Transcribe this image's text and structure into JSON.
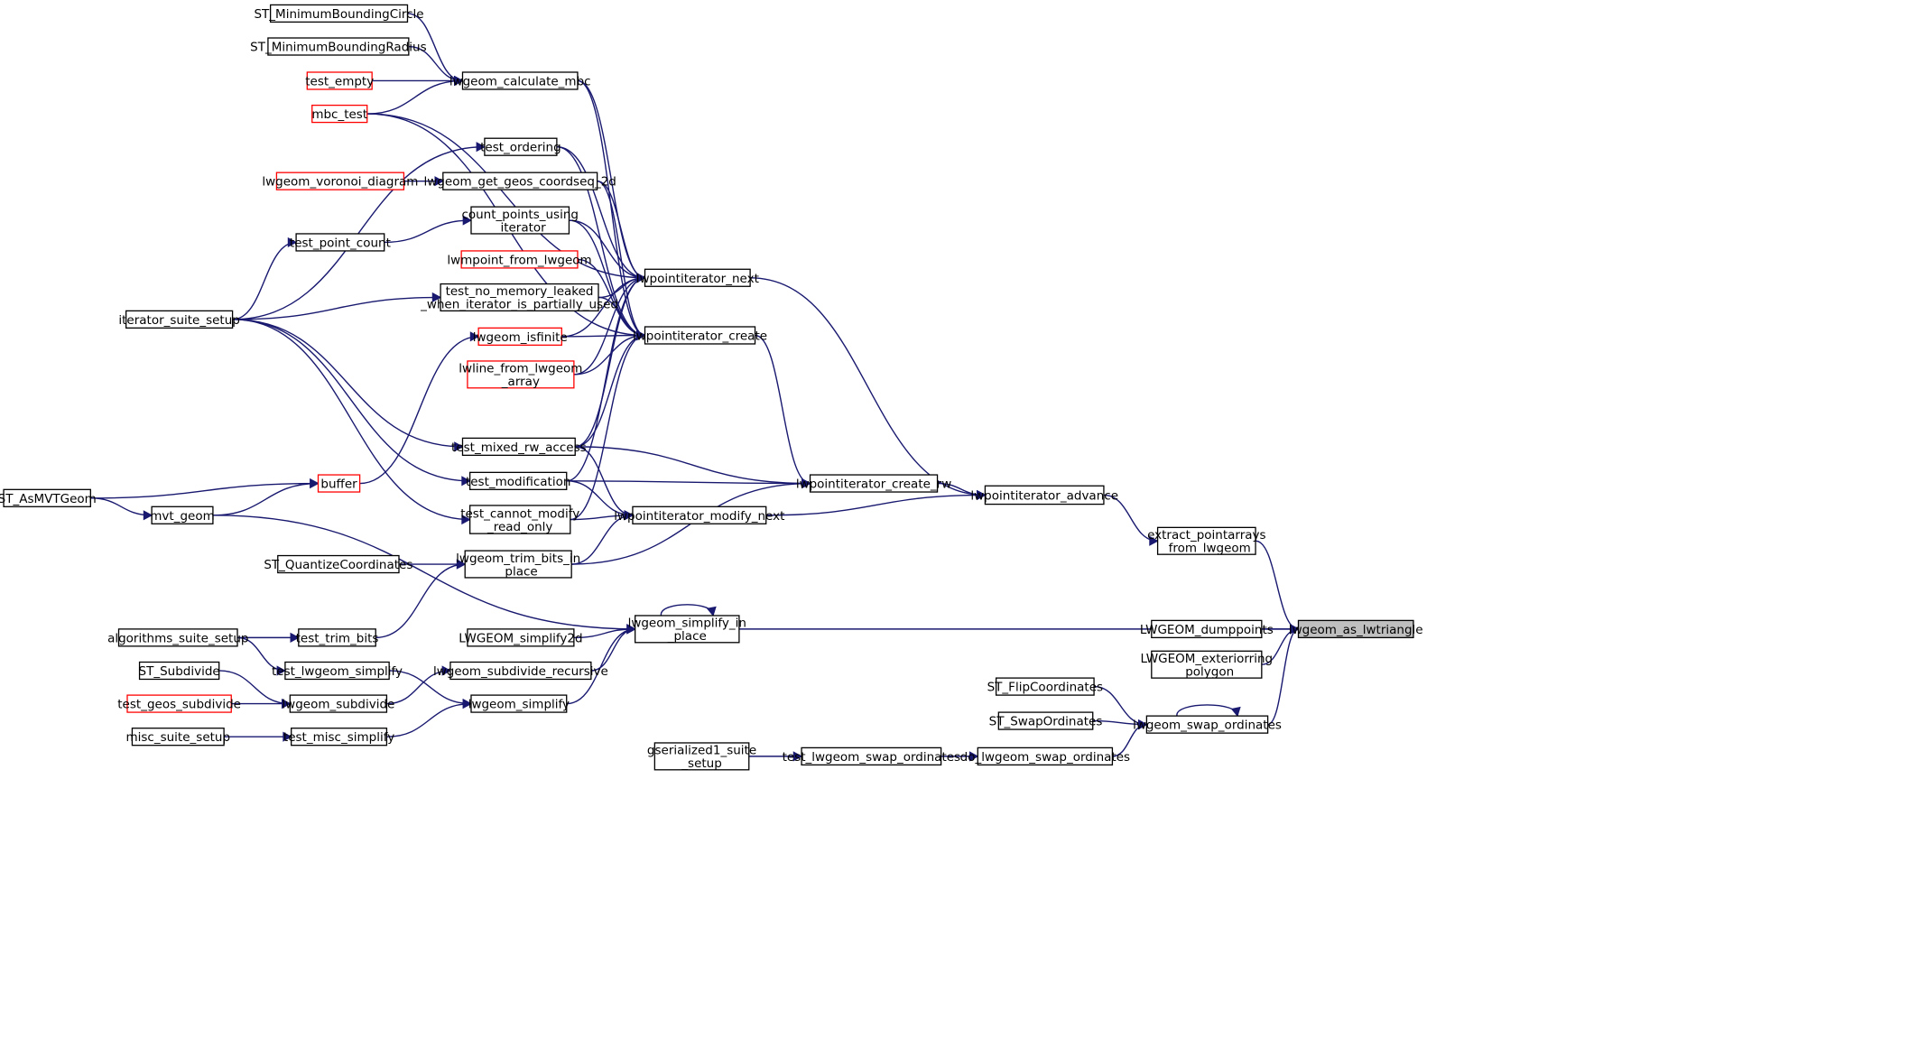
{
  "nodes": {
    "lwgeom_as_lwtriangle": "lwgeom_as_lwtriangle",
    "extract_pointarrays": "extract_pointarrays\n_from_lwgeom",
    "LWGEOM_dumppoints": "LWGEOM_dumppoints",
    "LWGEOM_exteriorring": "LWGEOM_exteriorring\n_polygon",
    "lwgeom_simplify_in_place": "lwgeom_simplify_in\n_place",
    "lwgeom_swap_ordinates": "lwgeom_swap_ordinates",
    "lwpointiterator_advance": "lwpointiterator_advance",
    "lwpointiterator_create_rw": "lwpointiterator_create_rw",
    "lwpointiterator_modify_next": "lwpointiterator_modify_next",
    "lwpointiterator_next": "lwpointiterator_next",
    "lwpointiterator_create": "lwpointiterator_create",
    "test_mixed_rw_access": "test_mixed_rw_access",
    "test_modification": "test_modification",
    "test_cannot_modify": "test_cannot_modify\n_read_only",
    "lwgeom_trim_bits": "lwgeom_trim_bits_in\n_place",
    "ST_QuantizeCoordinates": "ST_QuantizeCoordinates",
    "test_trim_bits": "test_trim_bits",
    "algorithms_suite_setup": "algorithms_suite_setup",
    "iterator_suite_setup": "iterator_suite_setup",
    "lwgeom_calculate_mbc": "lwgeom_calculate_mbc",
    "ST_MinimumBoundingCircle": "ST_MinimumBoundingCircle",
    "ST_MinimumBoundingRadius": "ST_MinimumBoundingRadius",
    "test_empty": "test_empty",
    "mbc_test": "mbc_test",
    "test_ordering": "test_ordering",
    "lwgeom_get_geos_coordseq_2d": "lwgeom_get_geos_coordseq_2d",
    "lwgeom_voronoi_diagram": "lwgeom_voronoi_diagram",
    "count_points_using_iterator": "count_points_using\n_iterator",
    "test_point_count": "test_point_count",
    "lwmpoint_from_lwgeom": "lwmpoint_from_lwgeom",
    "test_no_memory_leaked": "test_no_memory_leaked\n_when_iterator_is_partially_used",
    "lwgeom_isfinite": "lwgeom_isfinite",
    "lwline_from_lwgeom_array": "lwline_from_lwgeom\n_array",
    "buffer": "buffer",
    "ST_AsMVTGeom": "ST_AsMVTGeom",
    "mvt_geom": "mvt_geom",
    "LWGEOM_simplify2d": "LWGEOM_simplify2d",
    "lwgeom_subdivide_recursive": "lwgeom_subdivide_recursive",
    "lwgeom_simplify": "lwgeom_simplify",
    "test_lwgeom_simplify": "test_lwgeom_simplify",
    "ST_Subdivide": "ST_Subdivide",
    "lwgeom_subdivide": "lwgeom_subdivide",
    "test_geos_subdivide": "test_geos_subdivide",
    "misc_suite_setup": "misc_suite_setup",
    "test_misc_simplify": "test_misc_simplify",
    "ST_FlipCoordinates": "ST_FlipCoordinates",
    "ST_SwapOrdinates": "ST_SwapOrdinates",
    "do_lwgeom_swap_ordinates": "do_lwgeom_swap_ordinates",
    "test_lwgeom_swap_ordinates": "test_lwgeom_swap_ordinates",
    "gserialized1_suite_setup": "gserialized1_suite\n_setup"
  },
  "highlighted_node": "lwgeom_as_lwtriangle",
  "red_border_nodes": [
    "test_empty",
    "mbc_test",
    "lwgeom_voronoi_diagram",
    "lwmpoint_from_lwgeom",
    "lwgeom_isfinite",
    "lwline_from_lwgeom_array",
    "buffer",
    "test_geos_subdivide"
  ],
  "edges": [
    [
      "extract_pointarrays",
      "lwgeom_as_lwtriangle"
    ],
    [
      "LWGEOM_dumppoints",
      "lwgeom_as_lwtriangle"
    ],
    [
      "LWGEOM_exteriorring",
      "lwgeom_as_lwtriangle"
    ],
    [
      "lwgeom_simplify_in_place",
      "lwgeom_as_lwtriangle"
    ],
    [
      "lwgeom_swap_ordinates",
      "lwgeom_as_lwtriangle"
    ],
    [
      "lwpointiterator_advance",
      "extract_pointarrays"
    ],
    [
      "lwpointiterator_create_rw",
      "lwpointiterator_advance"
    ],
    [
      "lwpointiterator_modify_next",
      "lwpointiterator_advance"
    ],
    [
      "lwpointiterator_next",
      "lwpointiterator_advance"
    ],
    [
      "lwpointiterator_create",
      "lwpointiterator_create_rw"
    ],
    [
      "test_mixed_rw_access",
      "lwpointiterator_create_rw"
    ],
    [
      "test_modification",
      "lwpointiterator_create_rw"
    ],
    [
      "lwgeom_trim_bits",
      "lwpointiterator_create_rw"
    ],
    [
      "test_mixed_rw_access",
      "lwpointiterator_modify_next"
    ],
    [
      "test_modification",
      "lwpointiterator_modify_next"
    ],
    [
      "test_cannot_modify",
      "lwpointiterator_modify_next"
    ],
    [
      "lwgeom_trim_bits",
      "lwpointiterator_modify_next"
    ],
    [
      "lwgeom_calculate_mbc",
      "lwpointiterator_next"
    ],
    [
      "mbc_test",
      "lwpointiterator_next"
    ],
    [
      "test_ordering",
      "lwpointiterator_next"
    ],
    [
      "lwgeom_get_geos_coordseq_2d",
      "lwpointiterator_next"
    ],
    [
      "count_points_using_iterator",
      "lwpointiterator_next"
    ],
    [
      "test_no_memory_leaked",
      "lwpointiterator_next"
    ],
    [
      "lwgeom_isfinite",
      "lwpointiterator_next"
    ],
    [
      "lwline_from_lwgeom_array",
      "lwpointiterator_next"
    ],
    [
      "test_mixed_rw_access",
      "lwpointiterator_next"
    ],
    [
      "test_modification",
      "lwpointiterator_next"
    ],
    [
      "lwgeom_calculate_mbc",
      "lwpointiterator_create"
    ],
    [
      "mbc_test",
      "lwpointiterator_create"
    ],
    [
      "test_ordering",
      "lwpointiterator_create"
    ],
    [
      "lwgeom_get_geos_coordseq_2d",
      "lwpointiterator_create"
    ],
    [
      "count_points_using_iterator",
      "lwpointiterator_create"
    ],
    [
      "lwmpoint_from_lwgeom",
      "lwpointiterator_create"
    ],
    [
      "test_no_memory_leaked",
      "lwpointiterator_create"
    ],
    [
      "lwgeom_isfinite",
      "lwpointiterator_create"
    ],
    [
      "lwline_from_lwgeom_array",
      "lwpointiterator_create"
    ],
    [
      "test_mixed_rw_access",
      "lwpointiterator_create"
    ],
    [
      "test_cannot_modify",
      "lwpointiterator_create"
    ],
    [
      "ST_MinimumBoundingCircle",
      "lwgeom_calculate_mbc"
    ],
    [
      "ST_MinimumBoundingRadius",
      "lwgeom_calculate_mbc"
    ],
    [
      "test_empty",
      "lwgeom_calculate_mbc"
    ],
    [
      "mbc_test",
      "lwgeom_calculate_mbc"
    ],
    [
      "lwgeom_voronoi_diagram",
      "lwgeom_get_geos_coordseq_2d"
    ],
    [
      "test_point_count",
      "count_points_using_iterator"
    ],
    [
      "iterator_suite_setup",
      "test_point_count"
    ],
    [
      "iterator_suite_setup",
      "test_no_memory_leaked"
    ],
    [
      "iterator_suite_setup",
      "test_ordering"
    ],
    [
      "iterator_suite_setup",
      "test_mixed_rw_access"
    ],
    [
      "iterator_suite_setup",
      "test_modification"
    ],
    [
      "iterator_suite_setup",
      "test_cannot_modify"
    ],
    [
      "buffer",
      "lwgeom_isfinite"
    ],
    [
      "ST_AsMVTGeom",
      "buffer"
    ],
    [
      "mvt_geom",
      "buffer"
    ],
    [
      "ST_AsMVTGeom",
      "mvt_geom"
    ],
    [
      "mvt_geom",
      "lwgeom_simplify_in_place"
    ],
    [
      "ST_QuantizeCoordinates",
      "lwgeom_trim_bits"
    ],
    [
      "test_trim_bits",
      "lwgeom_trim_bits"
    ],
    [
      "algorithms_suite_setup",
      "test_trim_bits"
    ],
    [
      "algorithms_suite_setup",
      "test_lwgeom_simplify"
    ],
    [
      "lwgeom_simplify_in_place",
      "lwgeom_simplify_in_place"
    ],
    [
      "LWGEOM_simplify2d",
      "lwgeom_simplify_in_place"
    ],
    [
      "lwgeom_subdivide_recursive",
      "lwgeom_simplify_in_place"
    ],
    [
      "lwgeom_simplify",
      "lwgeom_simplify_in_place"
    ],
    [
      "lwgeom_subdivide",
      "lwgeom_subdivide_recursive"
    ],
    [
      "test_lwgeom_simplify",
      "lwgeom_simplify"
    ],
    [
      "test_misc_simplify",
      "lwgeom_simplify"
    ],
    [
      "ST_Subdivide",
      "lwgeom_subdivide"
    ],
    [
      "test_geos_subdivide",
      "lwgeom_subdivide"
    ],
    [
      "misc_suite_setup",
      "test_misc_simplify"
    ],
    [
      "lwgeom_swap_ordinates",
      "lwgeom_swap_ordinates"
    ],
    [
      "ST_FlipCoordinates",
      "lwgeom_swap_ordinates"
    ],
    [
      "ST_SwapOrdinates",
      "lwgeom_swap_ordinates"
    ],
    [
      "do_lwgeom_swap_ordinates",
      "lwgeom_swap_ordinates"
    ],
    [
      "test_lwgeom_swap_ordinates",
      "do_lwgeom_swap_ordinates"
    ],
    [
      "gserialized1_suite_setup",
      "test_lwgeom_swap_ordinates"
    ]
  ]
}
